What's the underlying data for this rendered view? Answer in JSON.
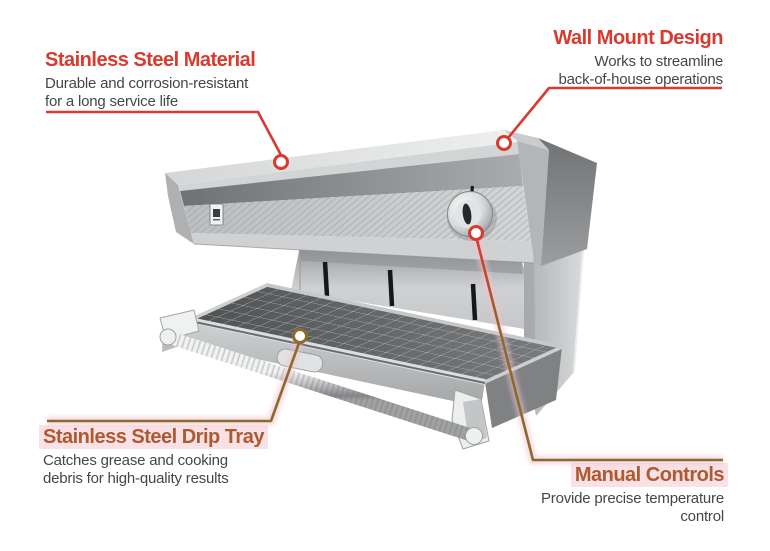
{
  "colors": {
    "red_accent": "#d93a2f",
    "bronze_line": "#8a6a2e",
    "bronze_title": "#ad5a31",
    "body_text": "#43464a",
    "pink_highlight": "#f4c4cd",
    "steel_light": "#d6d8d9",
    "steel_dark": "#77797b"
  },
  "callouts": {
    "material": {
      "title": "Stainless Steel Material",
      "desc_line1": "Durable and corrosion-resistant",
      "desc_line2": "for a long service life"
    },
    "wall_mount": {
      "title": "Wall Mount Design",
      "desc_line1": "Works to streamline",
      "desc_line2": "back-of-house operations"
    },
    "drip_tray": {
      "title": "Stainless Steel Drip Tray",
      "desc_line1": "Catches grease and cooking",
      "desc_line2": "debris for high-quality results"
    },
    "manual_controls": {
      "title": "Manual Controls",
      "desc_line1": "Provide precise temperature",
      "desc_line2": "control"
    }
  }
}
